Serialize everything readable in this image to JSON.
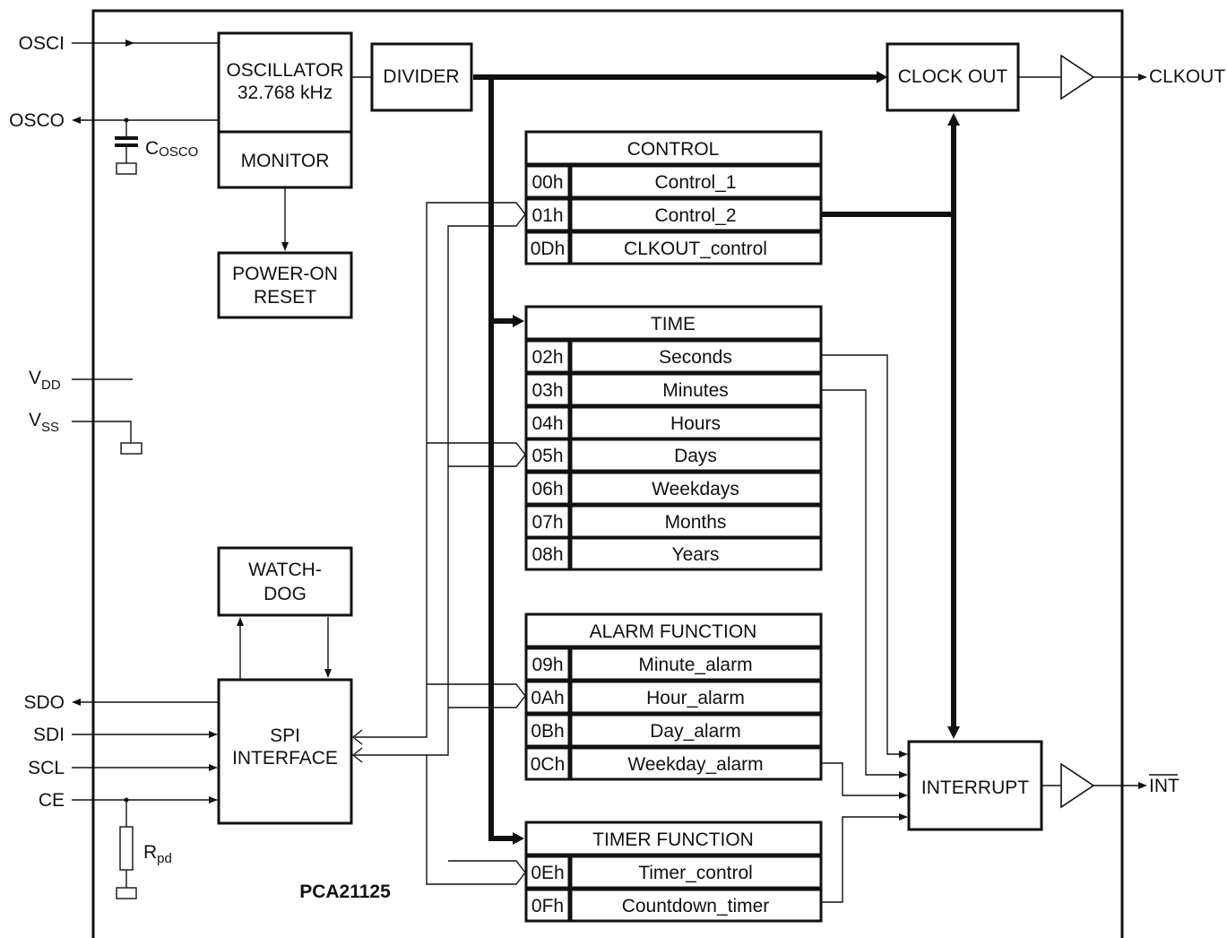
{
  "chip": {
    "name": "PCA21125"
  },
  "pins": {
    "osci": "OSCI",
    "osco": "OSCO",
    "clkout": "CLKOUT",
    "int": "INT",
    "vdd": {
      "main": "V",
      "sub": "DD"
    },
    "vss": {
      "main": "V",
      "sub": "SS"
    },
    "sdo": "SDO",
    "sdi": "SDI",
    "scl": "SCL",
    "ce": "CE"
  },
  "components": {
    "cosco": {
      "main": "C",
      "sub": "OSCO"
    },
    "rpd": {
      "main": "R",
      "sub": "pd"
    }
  },
  "blocks": {
    "oscillator": {
      "line1": "OSCILLATOR",
      "line2": "32.768 kHz"
    },
    "monitor": "MONITOR",
    "power_on_reset": {
      "line1": "POWER-ON",
      "line2": "RESET"
    },
    "divider": "DIVIDER",
    "clock_out": "CLOCK OUT",
    "watchdog": {
      "line1": "WATCH-",
      "line2": "DOG"
    },
    "spi": {
      "line1": "SPI",
      "line2": "INTERFACE"
    },
    "interrupt": "INTERRUPT"
  },
  "register_groups": [
    {
      "title": "CONTROL",
      "registers": [
        {
          "addr": "00h",
          "name": "Control_1"
        },
        {
          "addr": "01h",
          "name": "Control_2"
        },
        {
          "addr": "0Dh",
          "name": "CLKOUT_control"
        }
      ]
    },
    {
      "title": "TIME",
      "registers": [
        {
          "addr": "02h",
          "name": "Seconds"
        },
        {
          "addr": "03h",
          "name": "Minutes"
        },
        {
          "addr": "04h",
          "name": "Hours"
        },
        {
          "addr": "05h",
          "name": "Days"
        },
        {
          "addr": "06h",
          "name": "Weekdays"
        },
        {
          "addr": "07h",
          "name": "Months"
        },
        {
          "addr": "08h",
          "name": "Years"
        }
      ]
    },
    {
      "title": "ALARM FUNCTION",
      "registers": [
        {
          "addr": "09h",
          "name": "Minute_alarm"
        },
        {
          "addr": "0Ah",
          "name": "Hour_alarm"
        },
        {
          "addr": "0Bh",
          "name": "Day_alarm"
        },
        {
          "addr": "0Ch",
          "name": "Weekday_alarm"
        }
      ]
    },
    {
      "title": "TIMER FUNCTION",
      "registers": [
        {
          "addr": "0Eh",
          "name": "Timer_control"
        },
        {
          "addr": "0Fh",
          "name": "Countdown_timer"
        }
      ]
    }
  ]
}
